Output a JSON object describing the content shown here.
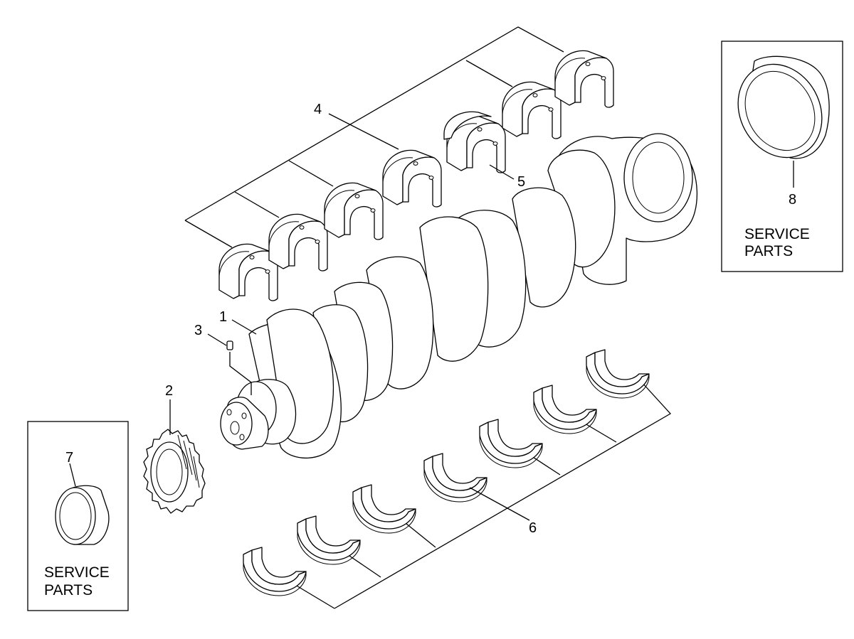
{
  "callouts": {
    "crankshaft": "1",
    "gear": "2",
    "dowel_pin": "3",
    "upper_bearings": "4",
    "thrust_bearing": "5",
    "lower_bearings": "6",
    "service_gear_ring": "7",
    "service_wear_sleeve": "8"
  },
  "service_box_left": {
    "line1": "SERVICE",
    "line2": "PARTS"
  },
  "service_box_right": {
    "line1": "SERVICE",
    "line2": "PARTS"
  }
}
